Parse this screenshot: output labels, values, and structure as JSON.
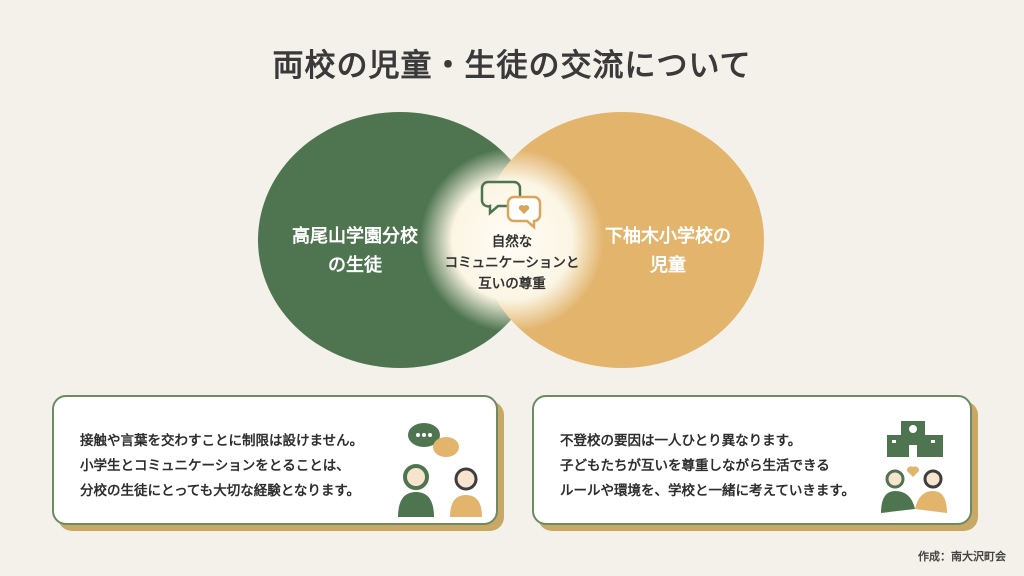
{
  "title": "両校の児童・生徒の交流について",
  "venn": {
    "left_label": [
      "高尾山学園分校",
      "の生徒"
    ],
    "right_label": [
      "下柚木小学校の",
      "児童"
    ],
    "center_label": [
      "自然な",
      "コミュニケーションと",
      "互いの尊重"
    ]
  },
  "cards": [
    {
      "lines": [
        "接触や言葉を交わすことに制限は設けません。",
        "小学生とコミュニケーションをとることは、",
        "分校の生徒にとっても大切な経験となります。"
      ]
    },
    {
      "lines": [
        "不登校の要因は一人ひとり異なります。",
        "子どもたちが互いを尊重しながら生活できる",
        "ルールや環境を、学校と一緒に考えていきます。"
      ]
    }
  ],
  "credit": "作成：南大沢町会",
  "colors": {
    "green": "#4f7550",
    "tan": "#e2b46c",
    "background": "#f3f1ea"
  }
}
